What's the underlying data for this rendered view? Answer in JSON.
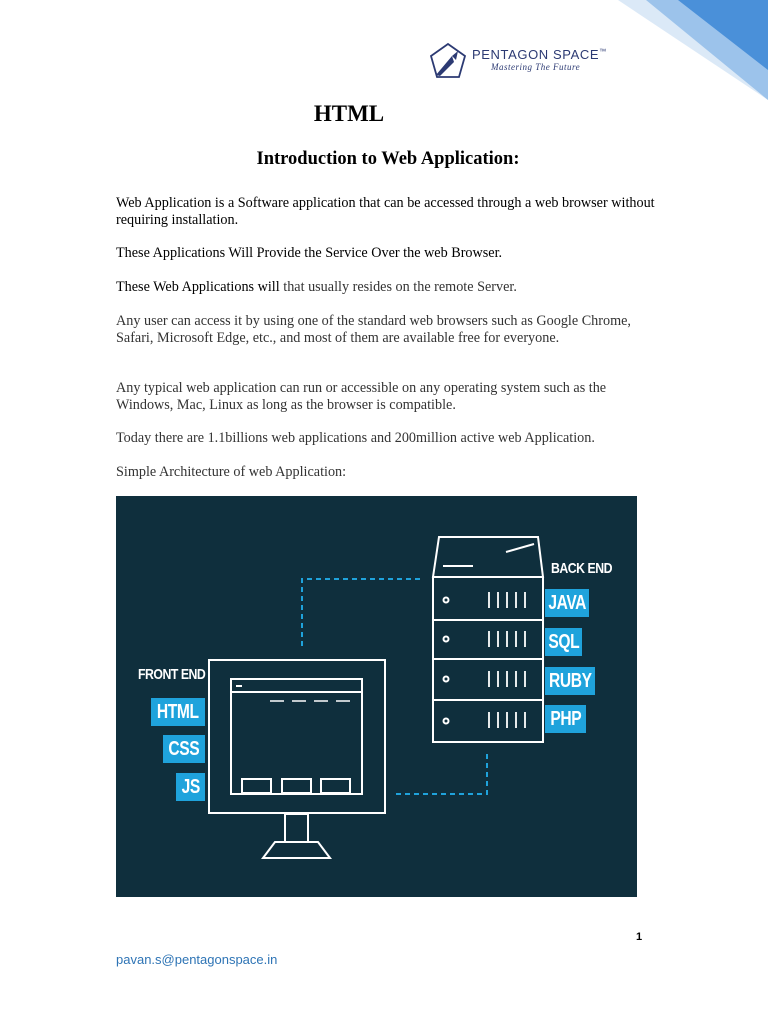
{
  "logo": {
    "name": "PENTAGON SPACE",
    "trademark": "™",
    "tagline": "Mastering The Future"
  },
  "doc": {
    "title": "HTML",
    "heading": "Introduction to Web Application:",
    "paragraphs": [
      "Web Application is a Software application that can be accessed through a web browser without requiring installation.",
      "These Applications Will Provide the Service Over the web Browser.",
      "Any user can access it by using one of the standard web browsers such as Google Chrome, Safari, Microsoft Edge, etc., and most of them are available free for everyone.",
      "Any typical web application can run or accessible on any operating system such as the Windows, Mac, Linux as long as the browser is compatible.",
      "Today there are 1.1billions web applications and 200million active web Application.",
      "Simple Architecture of web Application:"
    ],
    "server_para": {
      "part1": "These Web Applications will",
      "part2": " that usually resides on the remote Server."
    }
  },
  "diagram": {
    "frontend_label": "FRONT END",
    "frontend_tags": [
      "HTML",
      "CSS",
      "JS"
    ],
    "backend_label": "BACK END",
    "backend_tags": [
      "JAVA",
      "SQL",
      "RUBY",
      "PHP"
    ],
    "colors": {
      "background": "#0f2f3d",
      "accent": "#1fa3dc",
      "line": "#ffffff"
    }
  },
  "footer": {
    "page_number": "1",
    "email": "pavan.s@pentagonspace.in"
  },
  "colors": {
    "logo": "#2c3a73",
    "corner_blue": "#4a90d9",
    "email_link": "#2e74b5"
  }
}
